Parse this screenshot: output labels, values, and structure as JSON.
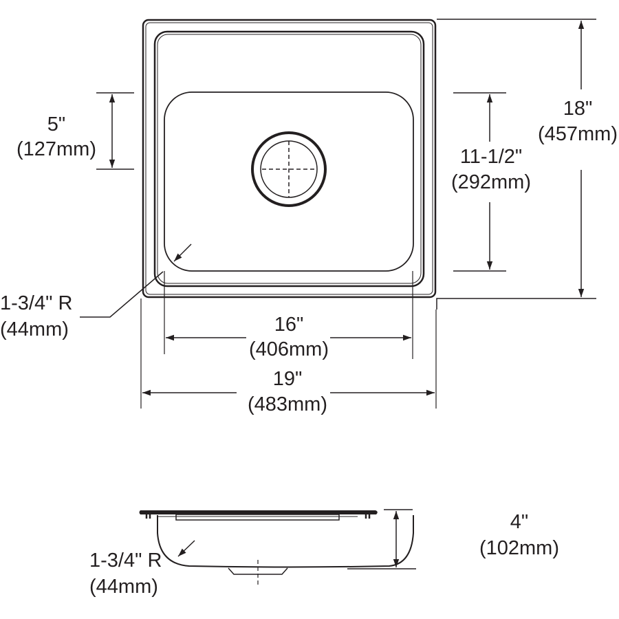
{
  "diagram": {
    "type": "sink-dimension-drawing",
    "stroke_color": "#231f20",
    "background": "#ffffff",
    "top_view": {
      "dim_bowl_depth_offset": {
        "imperial": "5\"",
        "metric": "(127mm)"
      },
      "dim_bowl_length": {
        "imperial": "11-1/2\"",
        "metric": "(292mm)"
      },
      "dim_overall_length": {
        "imperial": "18\"",
        "metric": "(457mm)"
      },
      "dim_bowl_width": {
        "imperial": "16\"",
        "metric": "(406mm)"
      },
      "dim_overall_width": {
        "imperial": "19\"",
        "metric": "(483mm)"
      },
      "corner_radius": {
        "imperial": "1-3/4\" R",
        "metric": "(44mm)"
      }
    },
    "side_view": {
      "dim_depth": {
        "imperial": "4\"",
        "metric": "(102mm)"
      },
      "corner_radius": {
        "imperial": "1-3/4\" R",
        "metric": "(44mm)"
      }
    }
  }
}
